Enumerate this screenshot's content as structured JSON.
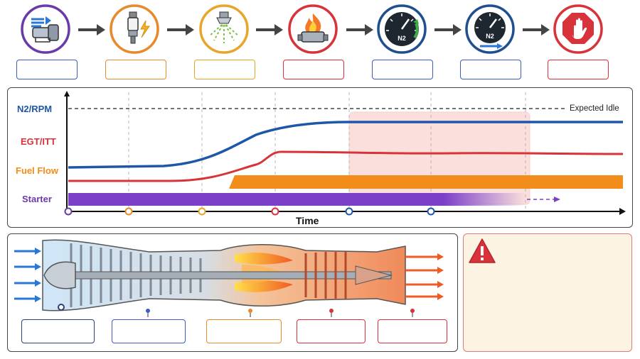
{
  "sequence": {
    "steps": [
      {
        "icon": "air-intake-icon",
        "color": "#6a3aa8"
      },
      {
        "icon": "igniter-spark-icon",
        "color": "#e8892b"
      },
      {
        "icon": "fuel-spray-nozzle-icon",
        "color": "#e8a52b"
      },
      {
        "icon": "combustor-flame-icon",
        "color": "#d8333a"
      },
      {
        "icon": "n2-gauge-rising-icon",
        "color": "#1f4f8f"
      },
      {
        "icon": "n2-gauge-stable-icon",
        "color": "#1f4f8f"
      },
      {
        "icon": "stop-hand-icon",
        "color": "#d8333a"
      }
    ],
    "label_box_colors": [
      "#3b5cc4",
      "#e8892b",
      "#e8a52b",
      "#d8333a",
      "#3b5cc4",
      "#3b5cc4",
      "#d8333a"
    ]
  },
  "timeline": {
    "series_labels": {
      "n2": "N2/RPM",
      "egt": "EGT/ITT",
      "fuel": "Fuel Flow",
      "starter": "Starter"
    },
    "expected_idle_label": "Expected Idle",
    "x_axis_label": "Time",
    "colors": {
      "n2": "#1f57a8",
      "egt": "#d8333a",
      "fuel": "#f28c1a",
      "starter": "#7b3fc8",
      "window": "#f7c6c2"
    },
    "chart_data": {
      "type": "line",
      "x_marker_count": 6,
      "series": [
        {
          "name": "N2/RPM",
          "values": [
            0.15,
            0.15,
            0.3,
            0.6,
            0.85,
            0.85,
            0.85,
            0.85
          ]
        },
        {
          "name": "EGT/ITT",
          "values": [
            0.05,
            0.05,
            0.1,
            0.55,
            0.55,
            0.55,
            0.55,
            0.55
          ]
        },
        {
          "name": "Fuel Flow",
          "values": [
            0,
            0,
            0,
            1,
            1,
            1,
            1,
            1
          ]
        },
        {
          "name": "Starter",
          "values": [
            1,
            1,
            1,
            1,
            1,
            1,
            0.6,
            0
          ]
        }
      ]
    }
  },
  "engine": {
    "component_box_colors": [
      "#2c3f7a",
      "#3b5cc4",
      "#e8892b",
      "#d8333a",
      "#d8333a"
    ]
  },
  "warning": {
    "icon": "warning-triangle-icon",
    "color": "#d8333a"
  }
}
